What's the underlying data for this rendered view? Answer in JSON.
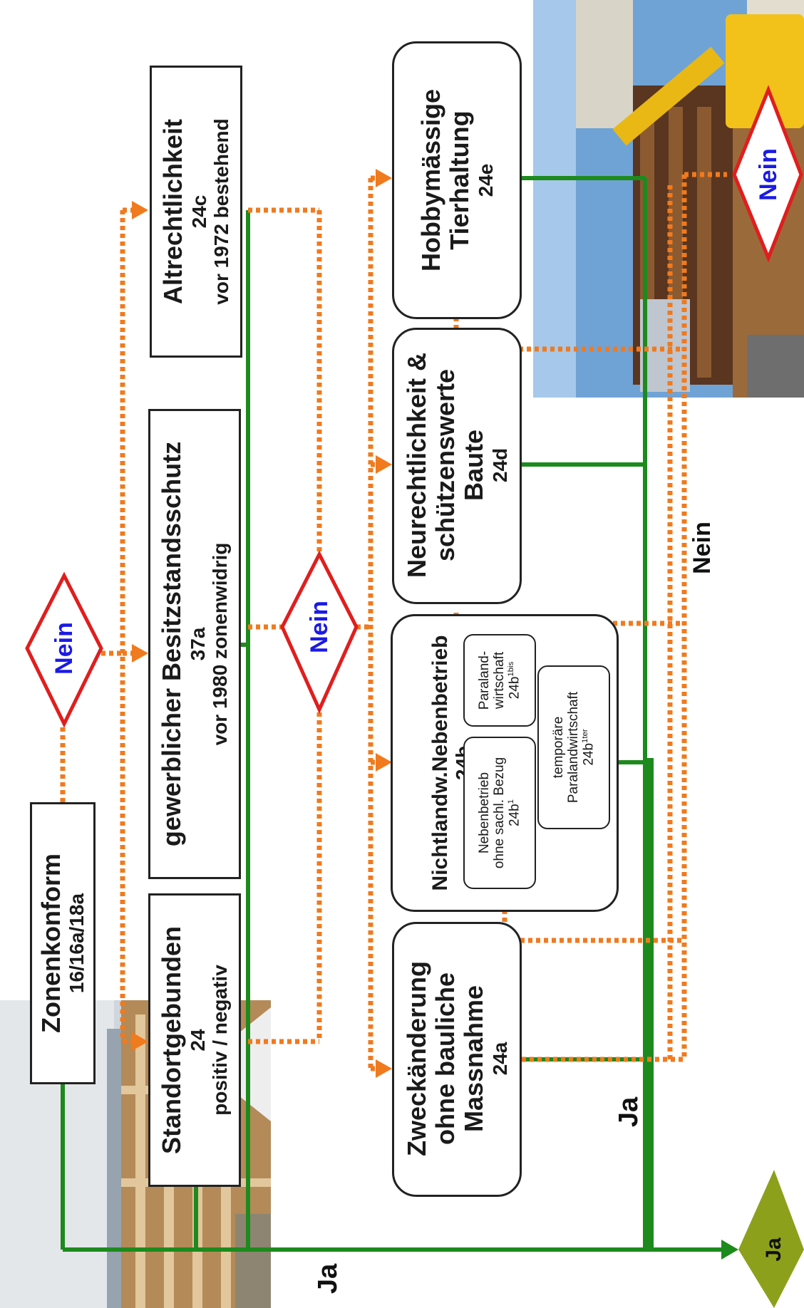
{
  "colors": {
    "green": "#1d8a1d",
    "orange": "#f07a1e",
    "red": "#e01e1e",
    "blue": "#1a1ae6",
    "olive": "#8da01c",
    "sidebar": "#dfe3b0"
  },
  "boxes": {
    "zonenkonform": {
      "title": "Zonenkonform",
      "sub": "16/16a/18a"
    },
    "standortgebunden": {
      "title": "Standortgebunden",
      "num": "24",
      "sub": "positiv / negativ"
    },
    "besitzstand": {
      "title": "gewerblicher Besitzstandsschutz",
      "num": "37a",
      "sub": "vor 1980 zonenwidrig"
    },
    "altrecht": {
      "title": "Altrechtlichkeit",
      "num": "24c",
      "sub": "vor 1972 bestehend"
    },
    "zweck": {
      "line1": "Zweckänderung",
      "line2": "ohne bauliche",
      "line3": "Massnahme",
      "num": "24a"
    },
    "nichtlandw": {
      "title": "Nichtlandw.Nebenbetrieb",
      "num": "24b"
    },
    "neben_sachl": {
      "line1": "Nebenbetrieb",
      "line2": "ohne sachl. Bezug",
      "num": "24b",
      "sup": "1"
    },
    "paraland": {
      "line1": "Paraland-",
      "line2": "wirtschaft",
      "num": "24b",
      "sup": "1bis"
    },
    "temporaer": {
      "line1": "temporäre",
      "line2": "Paralandwirtschaft",
      "num": "24b",
      "sup": "1ter"
    },
    "neurecht": {
      "line1": "Neurechtlichkeit &",
      "line2": "schützenswerte",
      "line3": "Baute",
      "num": "24d"
    },
    "hobby": {
      "line1": "Hobbymässige",
      "line2": "Tierhaltung",
      "num": "24e"
    }
  },
  "decisions": {
    "nein1": "Nein",
    "nein2": "Nein",
    "nein3": "Nein",
    "ja_diamond": "Ja"
  },
  "labels": {
    "ja_left": "Ja",
    "ja_mid": "Ja",
    "nein_right": "Nein"
  }
}
